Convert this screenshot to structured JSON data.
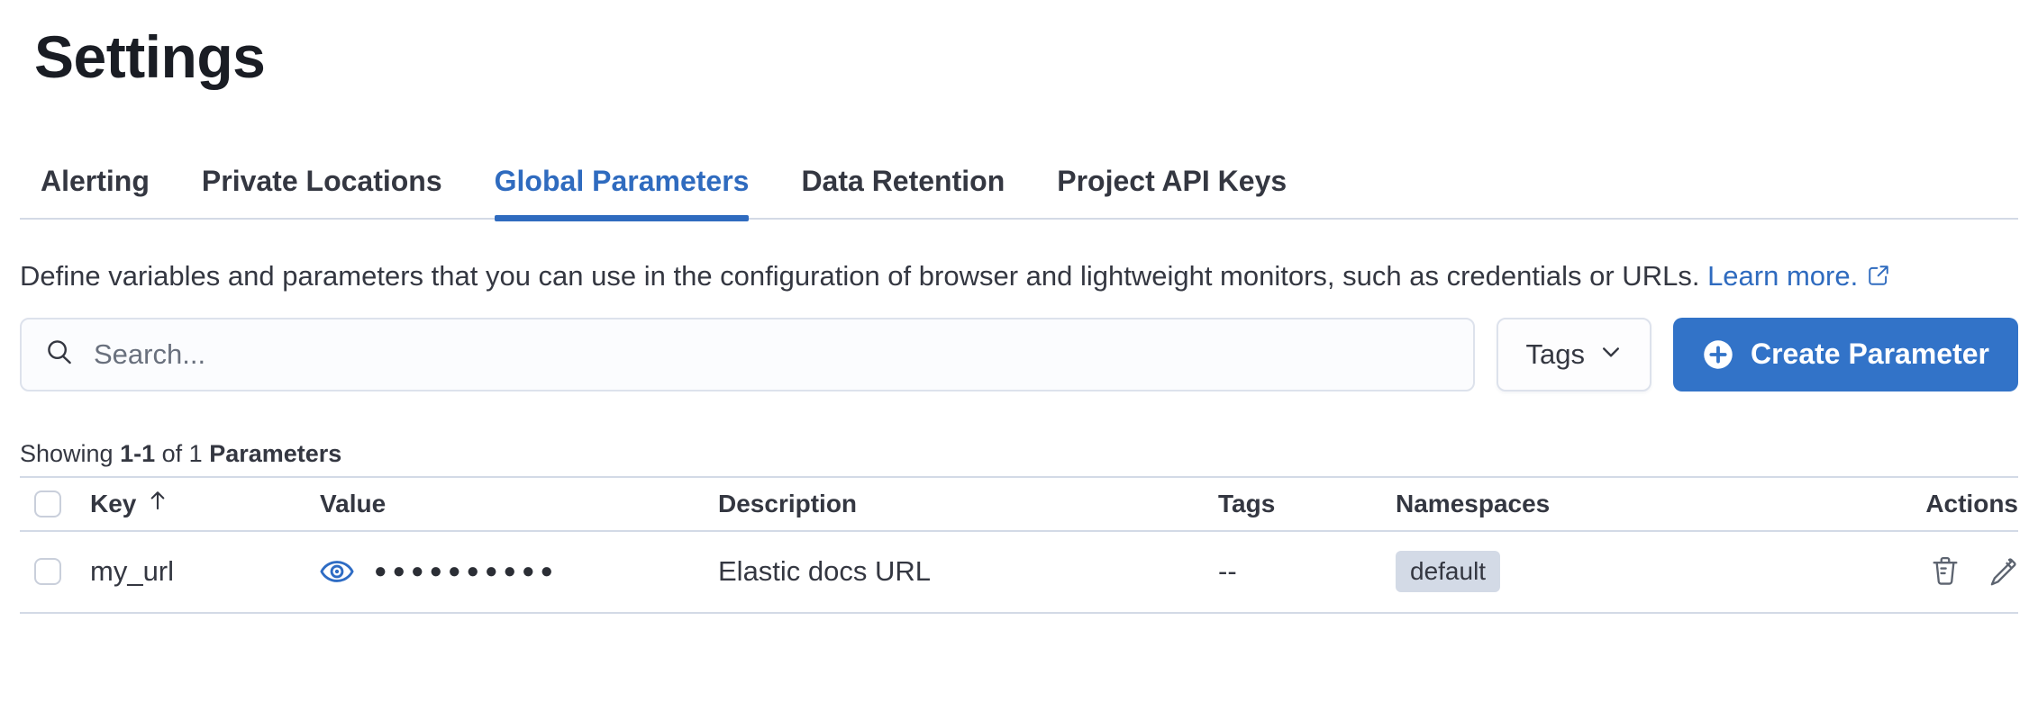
{
  "page": {
    "title": "Settings"
  },
  "tabs": [
    {
      "label": "Alerting",
      "active": false
    },
    {
      "label": "Private Locations",
      "active": false
    },
    {
      "label": "Global Parameters",
      "active": true
    },
    {
      "label": "Data Retention",
      "active": false
    },
    {
      "label": "Project API Keys",
      "active": false
    }
  ],
  "description": {
    "text": "Define variables and parameters that you can use in the configuration of browser and lightweight monitors, such as credentials or URLs.",
    "link_label": "Learn more."
  },
  "toolbar": {
    "search_placeholder": "Search...",
    "search_value": "",
    "tags_label": "Tags",
    "create_label": "Create Parameter"
  },
  "summary": {
    "showing": "Showing",
    "range": "1-1",
    "of": "of 1",
    "entity": "Parameters"
  },
  "table": {
    "headers": {
      "key": "Key",
      "value": "Value",
      "description": "Description",
      "tags": "Tags",
      "namespaces": "Namespaces",
      "actions": "Actions"
    },
    "sort": {
      "column": "Key",
      "direction": "ascending"
    },
    "rows": [
      {
        "key": "my_url",
        "value_masked": "●●●●●●●●●●",
        "description": "Elastic docs URL",
        "tags": "--",
        "namespace": "default"
      }
    ]
  },
  "icons": {
    "search": "magnifier",
    "chevron_down": "caret",
    "plus_in_circle": "plus-circle-filled",
    "external_link": "popout",
    "eye": "reveal-value",
    "trash": "delete",
    "pencil": "edit",
    "sort_up": "sort-ascending"
  },
  "colors": {
    "primary_button": "#3273c8",
    "active_tab_and_link": "#2f6bbf",
    "text": "#343741",
    "divider": "#d3dae6",
    "badge_bg": "#d3dae6",
    "search_bg": "#fbfcfe"
  }
}
